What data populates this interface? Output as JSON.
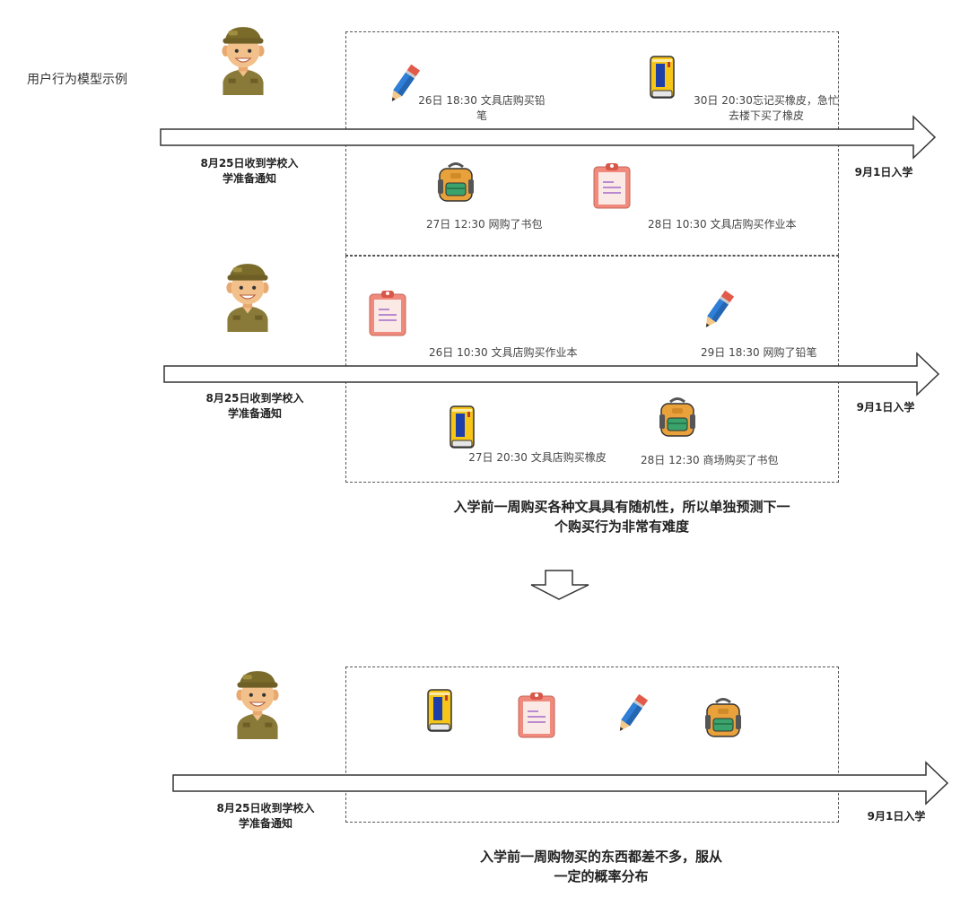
{
  "title": "用户行为模型示例",
  "section1": {
    "start_label": "8月25日收到学校入学准备通知",
    "end_label": "9月1日入学",
    "events": [
      {
        "text": "26日 18:30 文具店购买铅笔",
        "icon": "pencil-icon"
      },
      {
        "text": "30日 20:30忘记买橡皮，急忙去楼下买了橡皮",
        "icon": "eraser-icon"
      },
      {
        "text": "27日 12:30 网购了书包",
        "icon": "backpack-icon"
      },
      {
        "text": "28日 10:30 文具店购买作业本",
        "icon": "clipboard-icon"
      }
    ]
  },
  "section2": {
    "start_label": "8月25日收到学校入学准备通知",
    "end_label": "9月1日入学",
    "events": [
      {
        "text": "26日 10:30 文具店购买作业本",
        "icon": "clipboard-icon"
      },
      {
        "text": "29日 18:30 网购了铅笔",
        "icon": "pencil-icon"
      },
      {
        "text": "27日 20:30 文具店购买橡皮",
        "icon": "eraser-icon"
      },
      {
        "text": "28日 12:30 商场购买了书包",
        "icon": "backpack-icon"
      }
    ],
    "conclusion": "入学前一周购买各种文具具有随机性，所以单独预测下一个购买行为非常有难度"
  },
  "section3": {
    "start_label": "8月25日收到学校入学准备通知",
    "end_label": "9月1日入学",
    "conclusion": "入学前一周购物买的东西都差不多，服从一定的概率分布"
  }
}
